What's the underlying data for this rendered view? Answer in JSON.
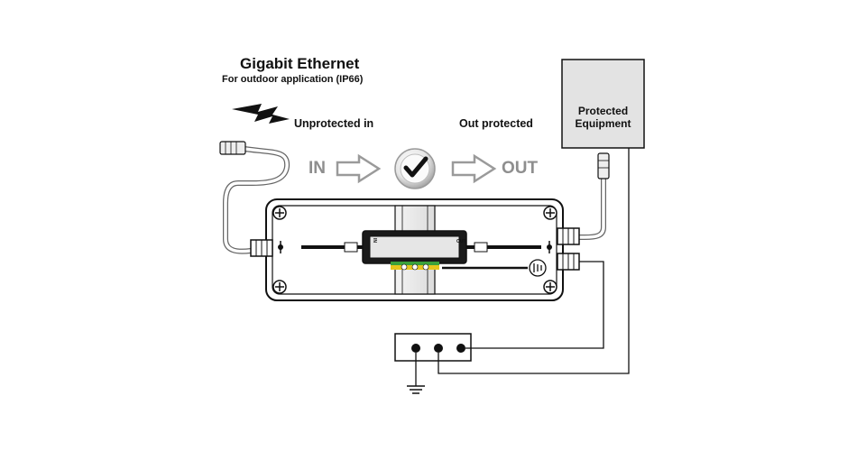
{
  "title": "Gigabit Ethernet",
  "subtitle": "For outdoor application (IP66)",
  "labels": {
    "unprotected_in": "Unprotected in",
    "out_protected": "Out protected",
    "in": "IN",
    "out": "OUT",
    "device_in": "IN",
    "device_out": "OUT"
  },
  "equipment": {
    "label_line1": "Protected",
    "label_line2": "Equipment"
  },
  "icons": {
    "lightning": "lightning-bolt-icon",
    "check": "checkmark-icon",
    "earth": "earth-ground-icon",
    "chassis_ground": "chassis-ground-icon",
    "arrow": "hollow-arrow-icon"
  },
  "colors": {
    "enclosure_stroke": "#111111",
    "arrow_fill": "#ffffff",
    "arrow_stroke": "#9a9a9a",
    "equipment_fill": "#e3e3e3",
    "terminal_green": "#3aa13a",
    "terminal_yellow": "#e6c61c"
  }
}
